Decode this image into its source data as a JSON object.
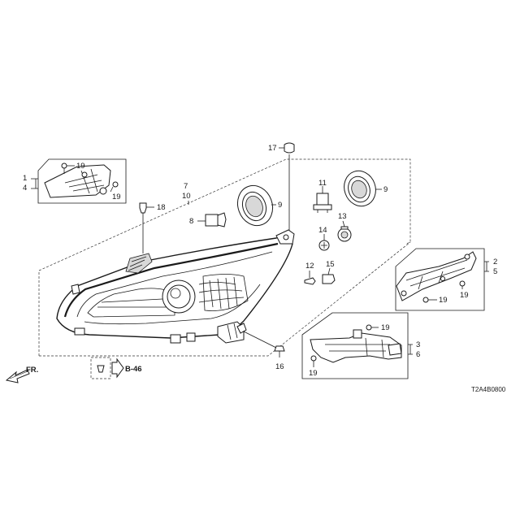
{
  "diagram_code": "T2A4B0800",
  "direction_label": "FR.",
  "reference_label": "B-46",
  "callouts": {
    "c1": "1",
    "c4": "4",
    "c19a": "19",
    "c19b": "19",
    "c7": "7",
    "c10": "10",
    "c17": "17",
    "c18": "18",
    "c8": "8",
    "c9a": "9",
    "c9b": "9",
    "c11": "11",
    "c14": "14",
    "c13": "13",
    "c12": "12",
    "c15": "15",
    "c2": "2",
    "c5": "5",
    "c19c": "19",
    "c19d": "19",
    "c3": "3",
    "c6": "6",
    "c19e": "19",
    "c19f": "19",
    "c16": "16"
  }
}
